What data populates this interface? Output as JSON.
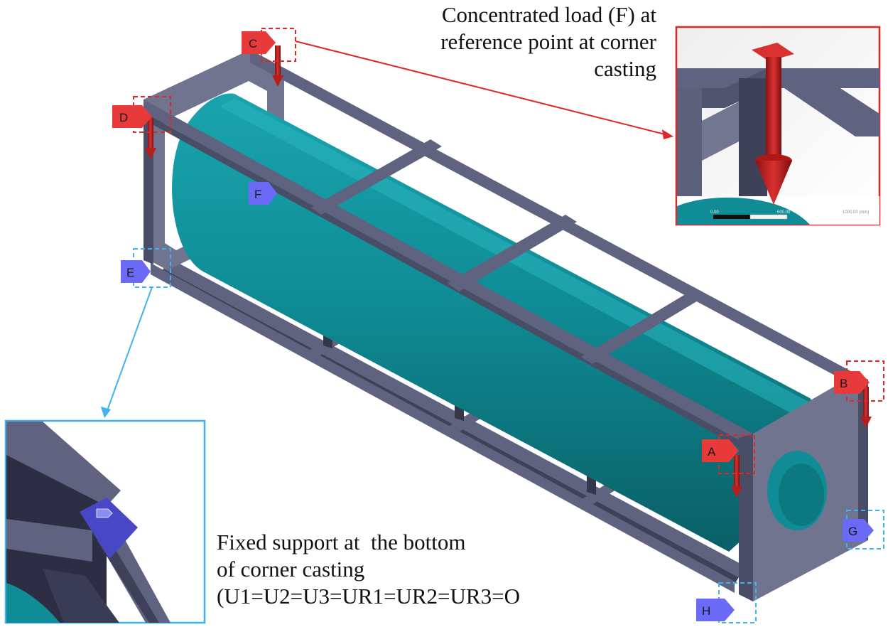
{
  "annotations": {
    "load_caption": {
      "line1": "Concentrated load (F) at",
      "line2": "reference point at corner",
      "line3": "casting"
    },
    "support_caption": {
      "line1": "Fixed support at  the bottom",
      "line2": "of corner casting",
      "line3": "(U1=U2=U3=UR1=UR2=UR3=O"
    }
  },
  "points": {
    "load": [
      "A",
      "B",
      "C",
      "D"
    ],
    "support": [
      "E",
      "F",
      "G",
      "H"
    ]
  },
  "inset_top": {
    "scale_labels": [
      "0.00",
      "500.00",
      "1000.00 (mm)"
    ]
  },
  "colors": {
    "frame": "#5f6380",
    "frame_dark": "#3f4159",
    "end_plate": "#727690",
    "tank": "#0f8c95",
    "tank_dark": "#0a5f66",
    "load_marker": "#e83a3a",
    "support_marker": "#6a6af7",
    "load_callout": "#e52525",
    "support_callout": "#3db3f1"
  }
}
